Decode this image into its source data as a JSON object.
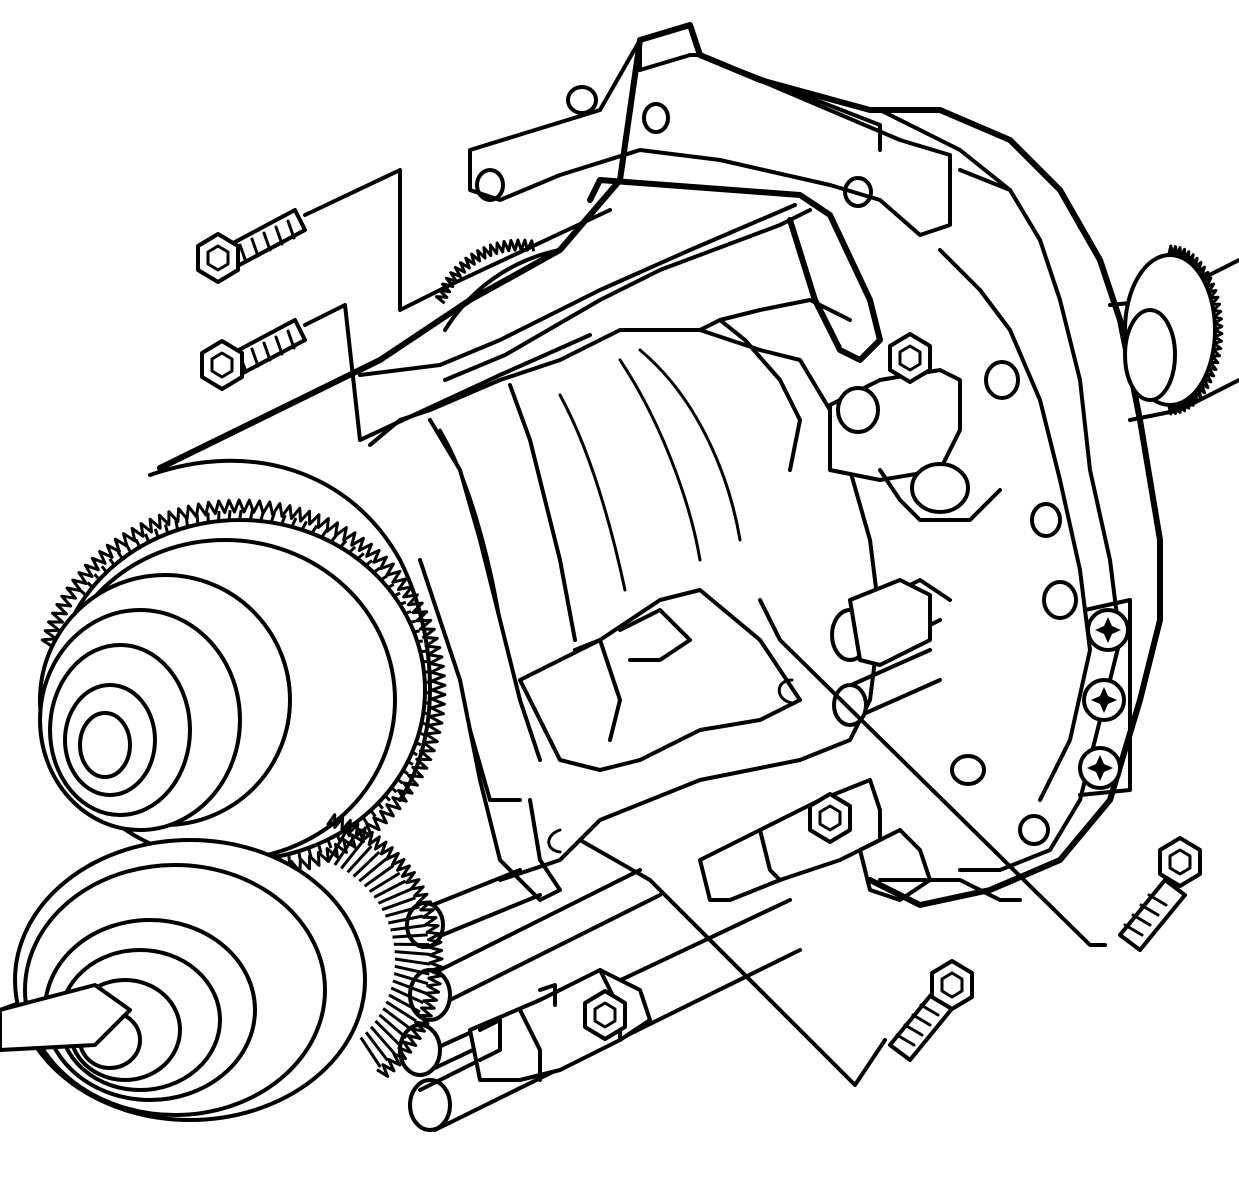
{
  "figure": {
    "type": "line-art",
    "subject": "transfer-case-exploded-view",
    "colors": {
      "stroke": "#000000",
      "background": "#ffffff"
    }
  },
  "bolts": [
    {
      "name": "bolt-upper-left-1"
    },
    {
      "name": "bolt-upper-left-2"
    },
    {
      "name": "bolt-right"
    },
    {
      "name": "bolt-bottom"
    }
  ]
}
